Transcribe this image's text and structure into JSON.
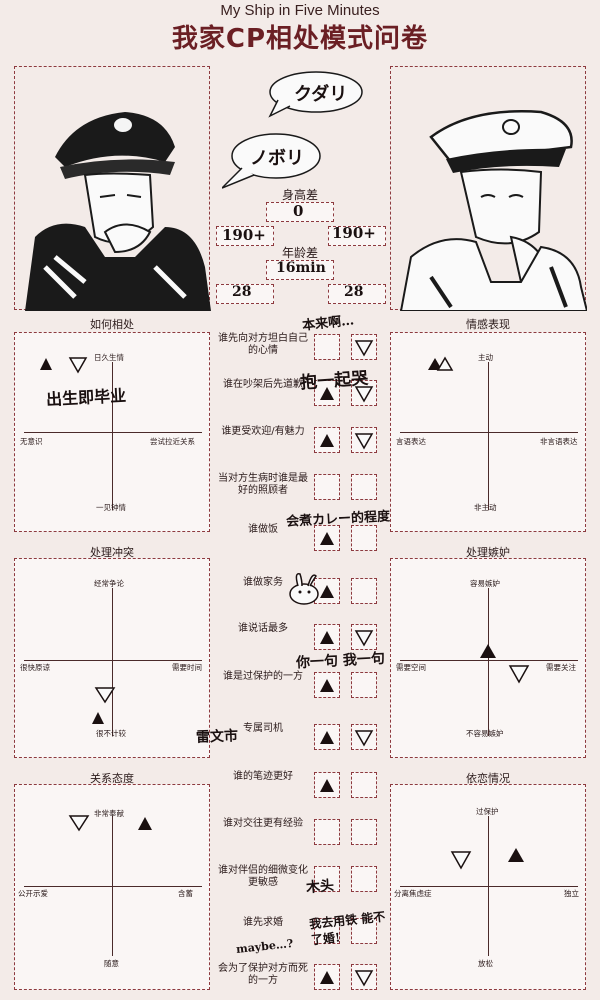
{
  "title_en": "My Ship in Five Minutes",
  "title_cn": "我家CP相处模式问卷",
  "names": {
    "left": "ノボリ",
    "right": "クダリ"
  },
  "stats": {
    "height_diff_label": "身高差",
    "height_diff_value": "0",
    "left_height": "190+",
    "right_height": "190+",
    "age_diff_label": "年龄差",
    "age_diff_value": "16min",
    "left_age": "28",
    "right_age": "28"
  },
  "charts": {
    "getalong": {
      "title": "如何相处",
      "top": "日久生情",
      "bottom": "一见钟情",
      "left": "无意识",
      "right": "尝试拉近关系",
      "note": "出生即毕业"
    },
    "emotion": {
      "title": "情感表现",
      "top": "主动",
      "bottom": "非主动",
      "left": "言语表达",
      "right": "非言语表达"
    },
    "conflict": {
      "title": "处理冲突",
      "top": "经常争论",
      "bottom": "很不计较",
      "left": "很快原谅",
      "right": "需要时间"
    },
    "jealousy": {
      "title": "处理嫉妒",
      "top": "容易嫉妒",
      "bottom": "不容易嫉妒",
      "left": "需要空间",
      "right": "需要关注"
    },
    "attitude": {
      "title": "关系态度",
      "top": "非常奉献",
      "bottom": "随意",
      "left": "公开示爱",
      "right": "含蓄"
    },
    "dependence": {
      "title": "依恋情况",
      "top": "过保护",
      "bottom": "放松",
      "left": "分离焦虑症",
      "right": "独立"
    }
  },
  "questions": [
    {
      "text": "谁先向对方坦白自己的心情",
      "answer_left": "",
      "answer_right": "down",
      "note": "本来啊…"
    },
    {
      "text": "谁在吵架后先道歉",
      "answer_left": "up",
      "answer_right": "down",
      "note": "抱一起哭"
    },
    {
      "text": "谁更受欢迎/有魅力",
      "answer_left": "up",
      "answer_right": "down",
      "note": ""
    },
    {
      "text": "当对方生病时谁是最好的照顾者",
      "answer_left": "",
      "answer_right": "",
      "note": "会煮カレー的程度"
    },
    {
      "text": "谁做饭",
      "answer_left": "up",
      "answer_right": "",
      "note": ""
    },
    {
      "text": "谁做家务",
      "answer_left": "up",
      "answer_right": "",
      "note": ""
    },
    {
      "text": "谁说话最多",
      "answer_left": "up",
      "answer_right": "down",
      "note": "你一句 我一句"
    },
    {
      "text": "谁是过保护的一方",
      "answer_left": "up",
      "answer_right": "",
      "note": ""
    },
    {
      "text": "专属司机",
      "answer_left": "up",
      "answer_right": "down",
      "note": "雷文市"
    },
    {
      "text": "谁的笔迹更好",
      "answer_left": "up",
      "answer_right": "",
      "note": ""
    },
    {
      "text": "谁对交往更有经验",
      "answer_left": "",
      "answer_right": "",
      "note": ""
    },
    {
      "text": "谁对伴侣的细微变化更敏感",
      "answer_left": "",
      "answer_right": "",
      "note": "木头"
    },
    {
      "text": "谁先求婚",
      "answer_left": "",
      "answer_right": "",
      "note": "我去用铁 能不了婚!"
    },
    {
      "text": "会为了保护对方而死的一方",
      "answer_left": "up",
      "answer_right": "down",
      "note": ""
    }
  ],
  "extra_notes": {
    "maybe": "maybe…?"
  },
  "colors": {
    "accent": "#8d3a3f",
    "title": "#6b1f24",
    "paper": "#f3ebe8"
  }
}
